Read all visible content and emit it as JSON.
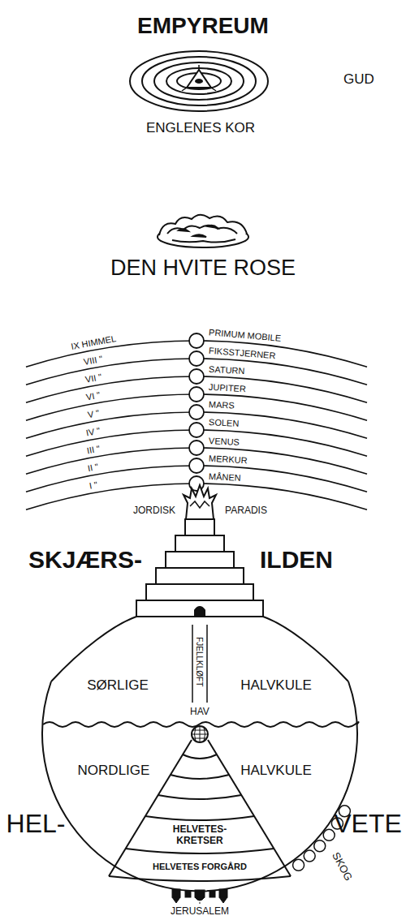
{
  "diagram": {
    "nodes": [
      {
        "text": [
          "SØRLIGE",
          "HALVKULE",
          "NORDLIGE",
          "HALVKULE"
        ]
      },
      {
        "text": [
          "HELVETES-KRETSER"
        ],
        "in": 0
      },
      {
        "text": [
          "HELVETES FORGÅRD"
        ],
        "in": 0
      }
    ],
    "labels": [
      "EMPYREUM",
      "GUD",
      "ENGLENES KOR",
      "DEN HVITE ROSE",
      "IX HIMMEL",
      "PRIMUM MOBILE",
      "VIII \"",
      "FIKSSTJERNER",
      "VII \"",
      "SATURN",
      "VI \"",
      "JUPITER",
      "V \"",
      "MARS",
      "IV \"",
      "SOLEN",
      "III \"",
      "VENUS",
      "II \"",
      "MERKUR",
      "I \"",
      "MÅNEN",
      "JORDISK",
      "PARADIS",
      "SKJÆRS-",
      "ILDEN",
      "FJELLKLØFT",
      "HAV",
      "HEL-",
      "VETE",
      "JERUSALEM",
      "SKOG"
    ]
  }
}
